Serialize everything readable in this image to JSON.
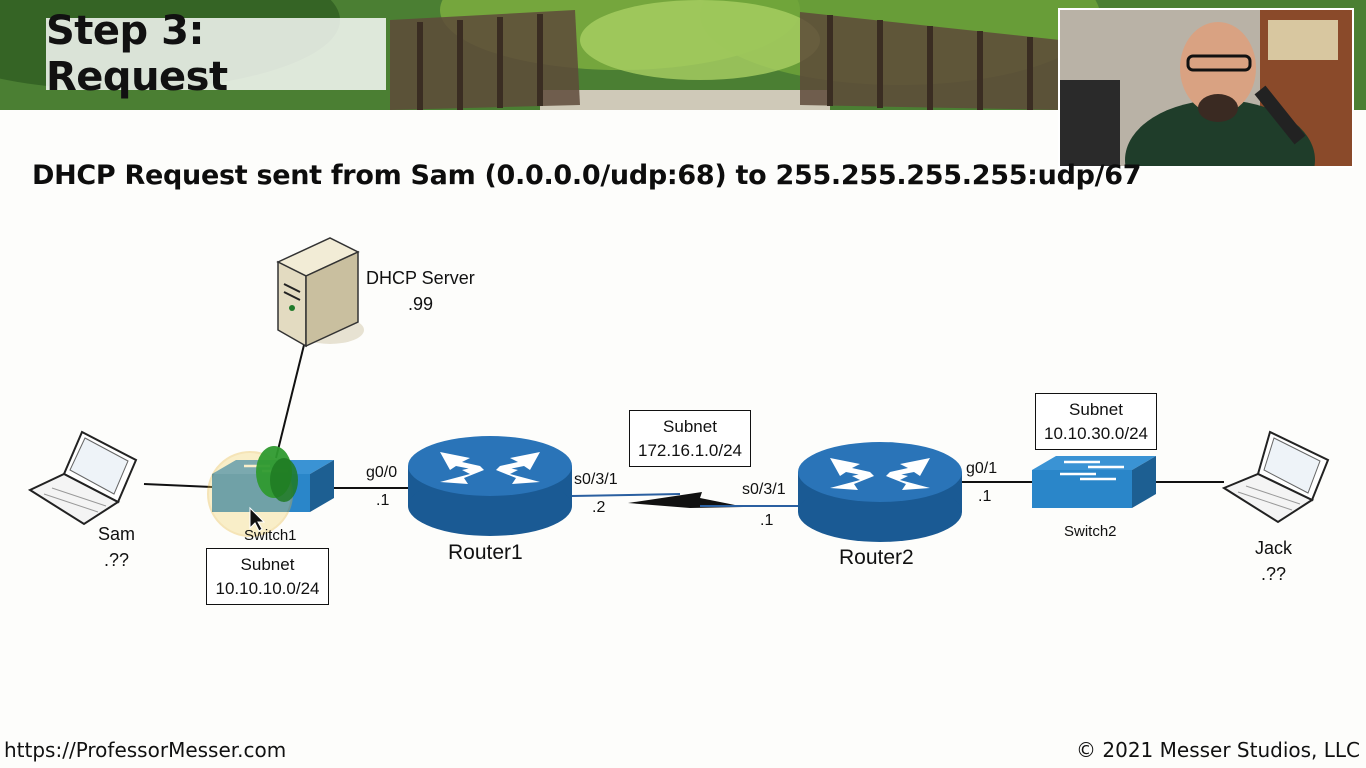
{
  "slide": {
    "title": "Step 3: Request",
    "subtitle": "DHCP Request sent from Sam (0.0.0.0/udp:68) to 255.255.255.255:udp/67"
  },
  "devices": {
    "dhcp_server": {
      "name": "DHCP Server",
      "addr": ".99"
    },
    "sam": {
      "name": "Sam",
      "addr": ".??"
    },
    "jack": {
      "name": "Jack",
      "addr": ".??"
    },
    "switch1": {
      "name": "Switch1"
    },
    "switch2": {
      "name": "Switch2"
    },
    "router1": {
      "name": "Router1",
      "if_left": "g0/0",
      "if_left_addr": ".1",
      "if_right": "s0/3/1",
      "if_right_addr": ".2"
    },
    "router2": {
      "name": "Router2",
      "if_left": "s0/3/1",
      "if_left_addr": ".1",
      "if_right": "g0/1",
      "if_right_addr": ".1"
    }
  },
  "subnets": {
    "left": {
      "label": "Subnet",
      "value": "10.10.10.0/24"
    },
    "middle": {
      "label": "Subnet",
      "value": "172.16.1.0/24"
    },
    "right": {
      "label": "Subnet",
      "value": "10.10.30.0/24"
    }
  },
  "footer": {
    "url": "https://ProfessorMesser.com",
    "copyright": "© 2021 Messer Studios, LLC"
  },
  "colors": {
    "router_blue": "#1f67a6",
    "switch_blue": "#2a86c9",
    "packet_green": "#2f9a2f",
    "highlight": "#f3d36b"
  }
}
